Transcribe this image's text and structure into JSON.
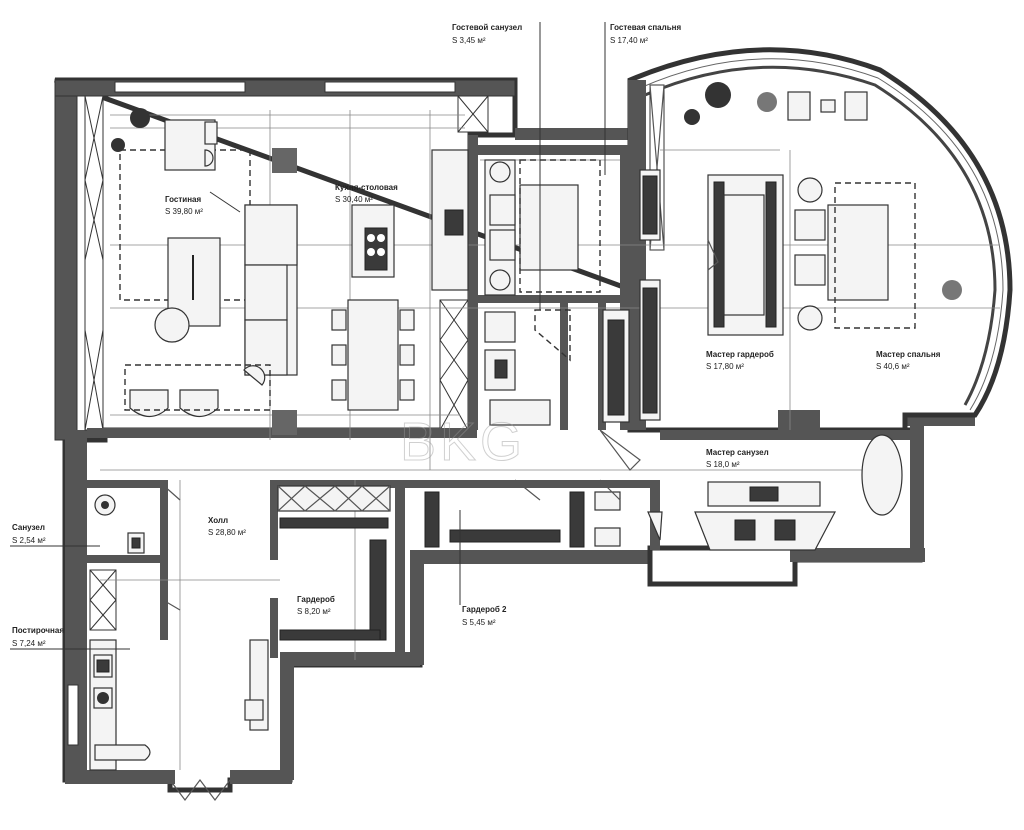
{
  "plan": {
    "watermark": "BKG",
    "rooms": [
      {
        "id": "living",
        "name": "Гостиная",
        "area": "S 39,80 м²"
      },
      {
        "id": "kitchen",
        "name": "Кухня-столовая",
        "area": "S 30,40 м²"
      },
      {
        "id": "guest-bath",
        "name": "Гостевой санузел",
        "area": "S 3,45 м²"
      },
      {
        "id": "guest-bedroom",
        "name": "Гостевая спальня",
        "area": "S 17,40 м²"
      },
      {
        "id": "master-closet",
        "name": "Мастер гардероб",
        "area": "S 17,80 м²"
      },
      {
        "id": "master-bedroom",
        "name": "Мастер спальня",
        "area": "S 40,6 м²"
      },
      {
        "id": "master-bath",
        "name": "Мастер санузел",
        "area": "S 18,0 м²"
      },
      {
        "id": "hall",
        "name": "Холл",
        "area": "S 28,80 м²"
      },
      {
        "id": "bath",
        "name": "Санузел",
        "area": "S 2,54 м²"
      },
      {
        "id": "laundry",
        "name": "Постирочная",
        "area": "S 7,24 м²"
      },
      {
        "id": "wardrobe",
        "name": "Гардероб",
        "area": "S 8,20 м²"
      },
      {
        "id": "wardrobe2",
        "name": "Гардероб 2",
        "area": "S 5,45 м²"
      }
    ]
  }
}
